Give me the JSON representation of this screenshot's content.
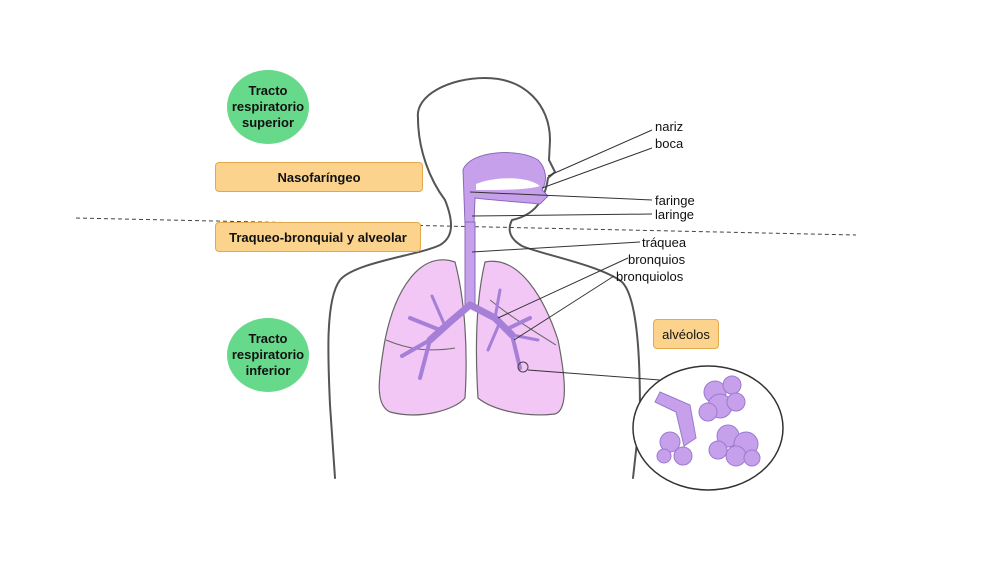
{
  "colors": {
    "bubble": "#66d98a",
    "box": "#fbd38d",
    "airway": "#c7a0ec",
    "lung": "#f2c6f5",
    "outline": "#555555"
  },
  "zones": {
    "upper": "Tracto\nrespiratorio\nsuperior",
    "lower": "Tracto\nrespiratorio\ninferior"
  },
  "regions": {
    "naso": "Nasofaríngeo",
    "traqueo": "Traqueo-bronquial y alveolar",
    "alveolos": "alvéolos"
  },
  "parts": {
    "nariz": "nariz",
    "boca": "boca",
    "faringe": "faringe",
    "laringe": "laringe",
    "traquea": "tráquea",
    "bronquios": "bronquios",
    "bronquiolos": "bronquiolos"
  }
}
